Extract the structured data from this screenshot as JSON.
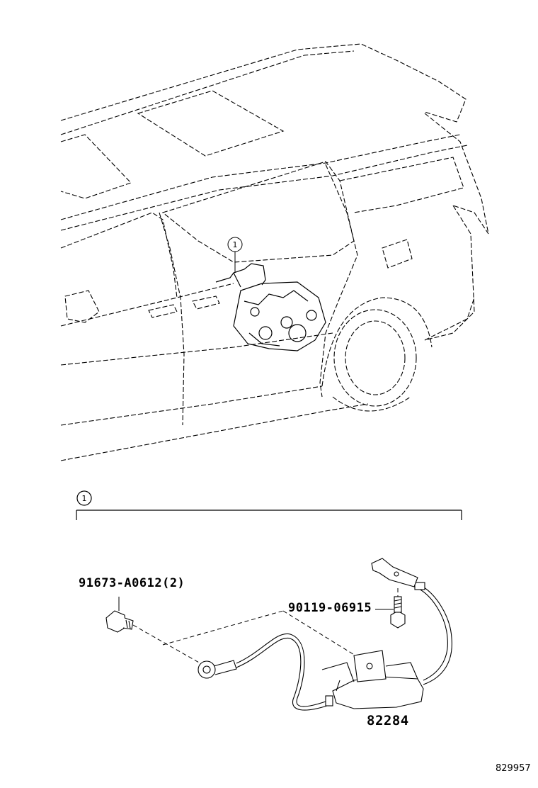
{
  "callout": {
    "marker": "1"
  },
  "parts": {
    "bolt_label": "91673-A0612(2)",
    "screw_label": "90119-06915",
    "sensor_label": "82284"
  },
  "reference": {
    "code": "829957"
  },
  "colors": {
    "line": "#000000",
    "background": "#ffffff"
  }
}
